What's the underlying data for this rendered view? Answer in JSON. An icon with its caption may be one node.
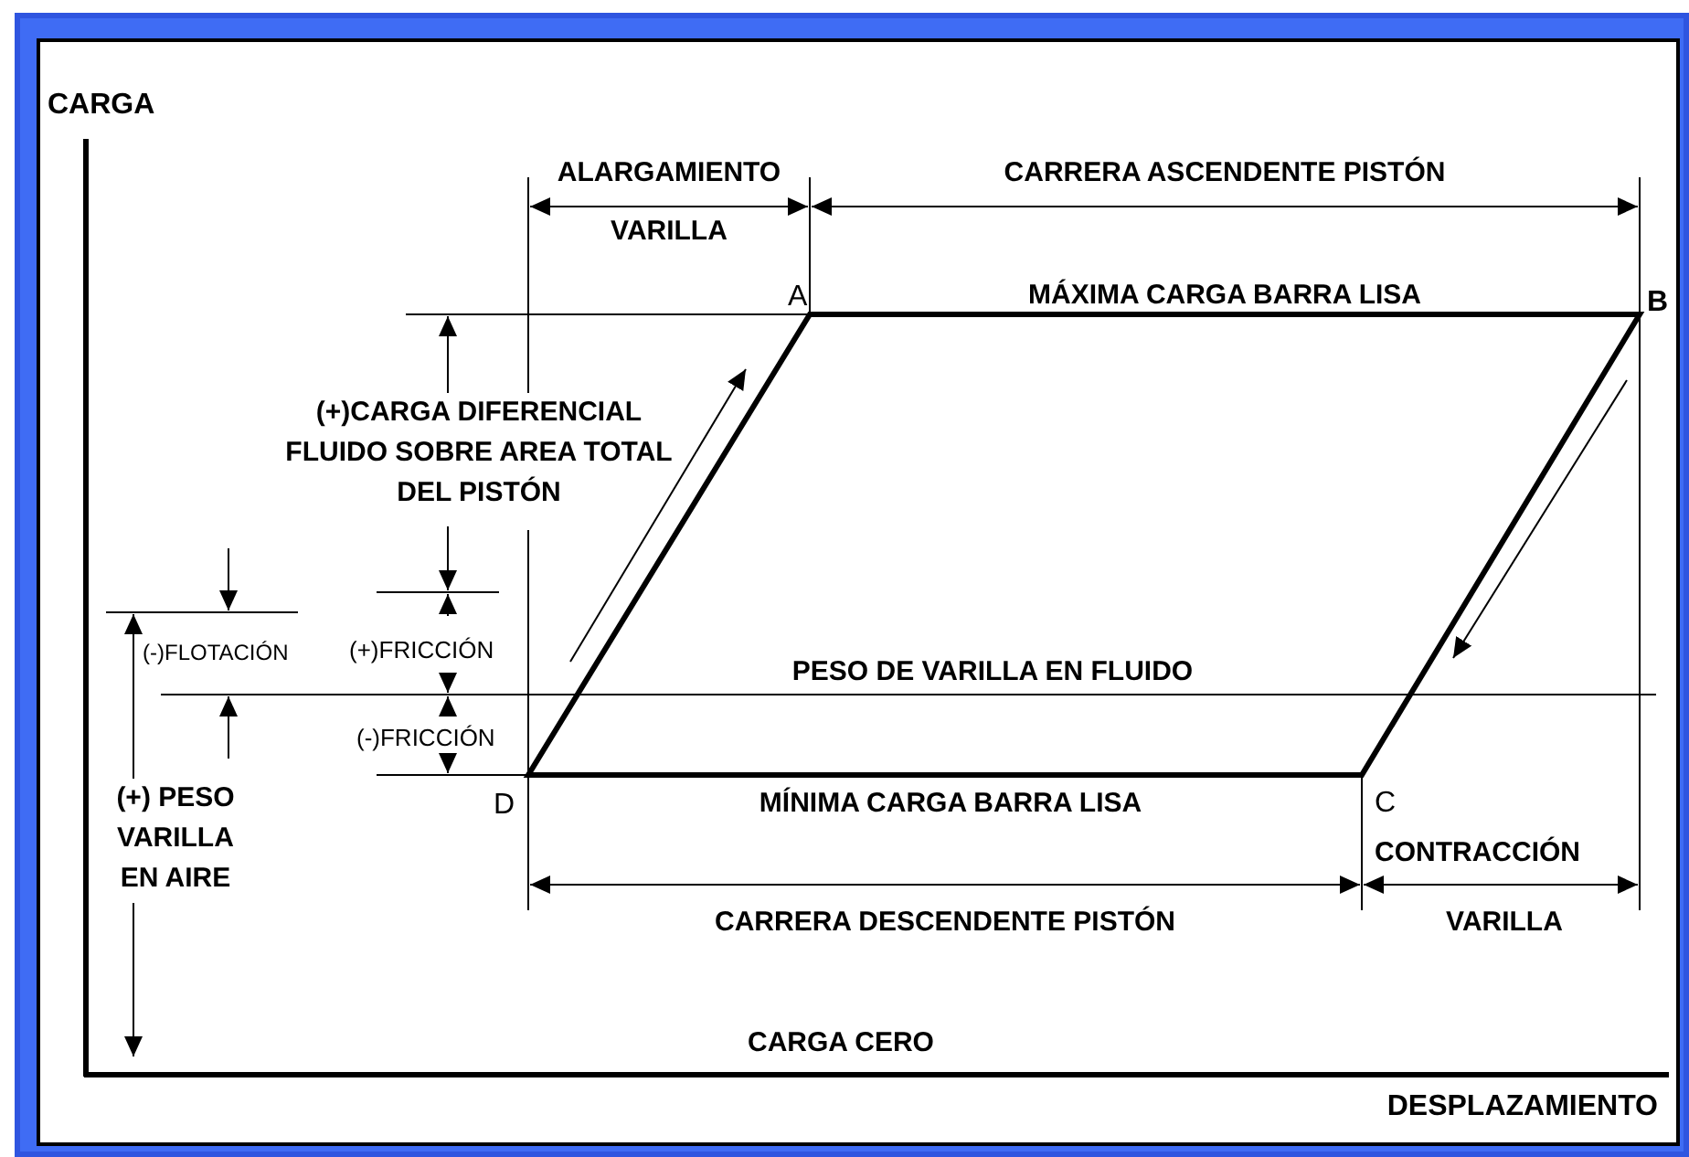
{
  "diagram": {
    "labels": [
      "CARGA",
      "ALARGAMIENTO",
      "CARRERA ASCENDENTE PISTÓN",
      "VARILLA",
      "A",
      "MÁXIMA CARGA BARRA LISA",
      "B",
      "(+)CARGA DIFERENCIAL FLUIDO SOBRE AREA TOTAL DEL PISTÓN",
      "(-)FLOTACIÓN",
      "(+)FRICCIÓN",
      "PESO DE VARILLA EN FLUIDO",
      "(-)FRICCIÓN",
      "D",
      "MÍNIMA CARGA BARRA LISA",
      "C",
      "(+) PESO VARILLA EN AIRE",
      "CONTRACCIÓN",
      "CARRERA DESCENDENTE PISTÓN",
      "VARILLA",
      "CARGA CERO",
      "DESPLAZAMIENTO"
    ]
  }
}
